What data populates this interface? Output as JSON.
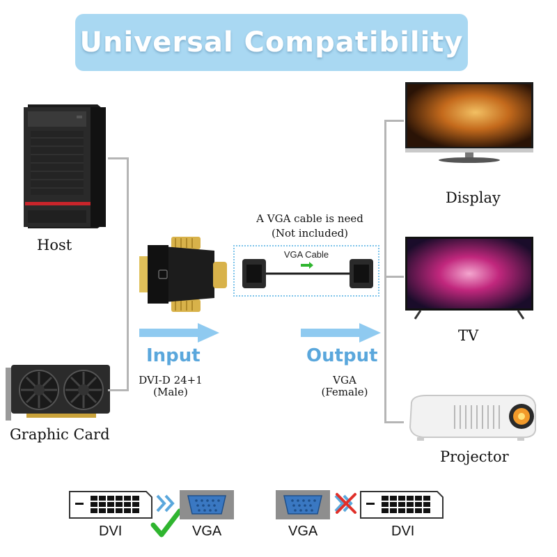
{
  "banner": {
    "title": "Universal Compatibility"
  },
  "left": {
    "host_label": "Host",
    "graphic_card_label": "Graphic Card"
  },
  "center": {
    "cable_note_line1": "A VGA cable is need",
    "cable_note_line2": "(Not included)",
    "cable_label": "VGA Cable",
    "input_title": "Input",
    "input_desc_line1": "DVI-D 24+1",
    "input_desc_line2": "(Male)",
    "output_title": "Output",
    "output_desc_line1": "VGA",
    "output_desc_line2": "(Female)"
  },
  "right": {
    "display_label": "Display",
    "tv_label": "TV",
    "projector_label": "Projector"
  },
  "bottom": {
    "left_from": "DVI",
    "left_to": "VGA",
    "right_from": "VGA",
    "right_to": "DVI"
  },
  "colors": {
    "banner": "#a9d8f2",
    "accent_blue": "#5aa7dc",
    "check_green": "#2fb52f",
    "cross_red": "#e0302a",
    "bracket_gray": "#b5b5b5"
  },
  "icons": [
    "pc-tower-icon",
    "graphics-card-icon",
    "monitor-icon",
    "tv-icon",
    "projector-icon",
    "adapter-icon",
    "vga-cable-icon",
    "check-icon",
    "cross-icon"
  ]
}
